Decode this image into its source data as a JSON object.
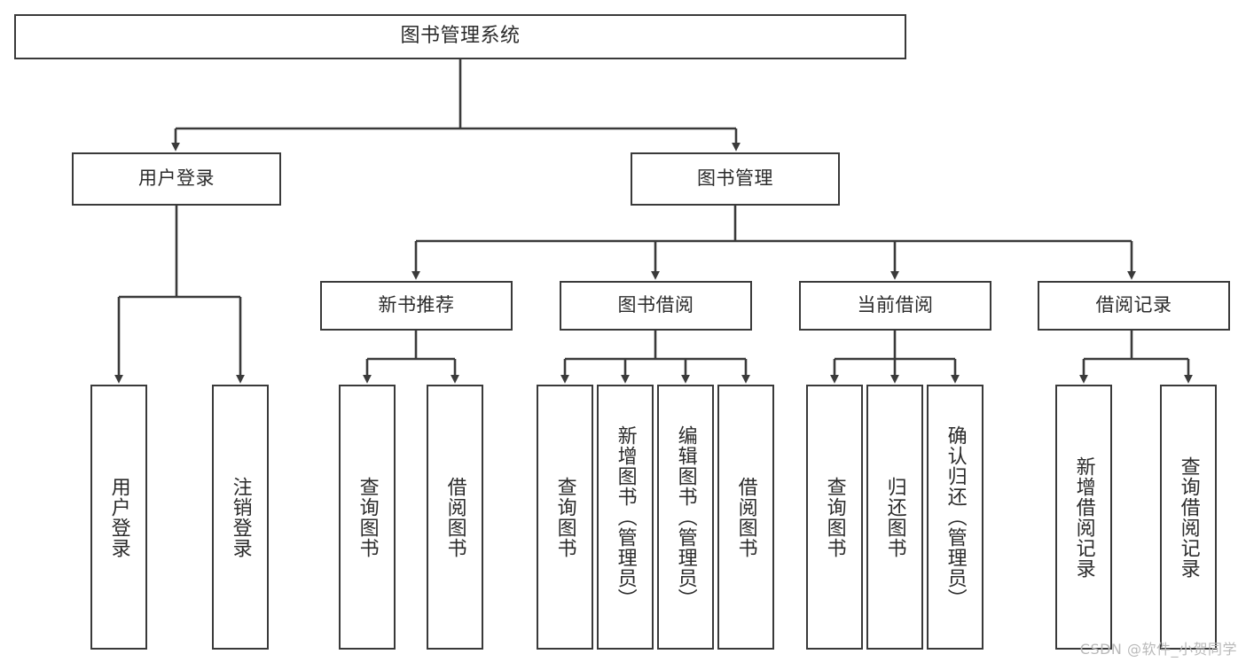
{
  "diagram": {
    "title": "图书管理系统",
    "type": "functional-structure-tree",
    "root": {
      "id": "root",
      "label": "图书管理系统"
    },
    "level2": [
      {
        "id": "user-login",
        "label": "用户登录"
      },
      {
        "id": "book-manage",
        "label": "图书管理"
      }
    ],
    "level3": [
      {
        "id": "new-book-recommend",
        "label": "新书推荐",
        "parent": "book-manage"
      },
      {
        "id": "book-borrow",
        "label": "图书借阅",
        "parent": "book-manage"
      },
      {
        "id": "current-borrow",
        "label": "当前借阅",
        "parent": "book-manage"
      },
      {
        "id": "borrow-record",
        "label": "借阅记录",
        "parent": "book-manage"
      }
    ],
    "leaves": {
      "user_login": [
        {
          "id": "leaf-user-login",
          "label": "用户登录"
        },
        {
          "id": "leaf-user-logout",
          "label": "注销登录"
        }
      ],
      "new_book_recommend": [
        {
          "id": "leaf-query-book-1",
          "label": "查询图书"
        },
        {
          "id": "leaf-borrow-book-1",
          "label": "借阅图书"
        }
      ],
      "book_borrow": [
        {
          "id": "leaf-query-book-2",
          "label": "查询图书"
        },
        {
          "id": "leaf-add-book",
          "label": "新增图书（管理员）"
        },
        {
          "id": "leaf-edit-book",
          "label": "编辑图书（管理员）"
        },
        {
          "id": "leaf-borrow-book-2",
          "label": "借阅图书"
        }
      ],
      "current_borrow": [
        {
          "id": "leaf-query-book-3",
          "label": "查询图书"
        },
        {
          "id": "leaf-return-book",
          "label": "归还图书"
        },
        {
          "id": "leaf-confirm-return",
          "label": "确认归还（管理员）"
        }
      ],
      "borrow_record": [
        {
          "id": "leaf-add-record",
          "label": "新增借阅记录"
        },
        {
          "id": "leaf-query-record",
          "label": "查询借阅记录"
        }
      ]
    }
  },
  "watermark": {
    "text": "CSDN @软件_小贺同学"
  },
  "colors": {
    "background": "#ffffff",
    "box_border": "#3a3a3a",
    "box_fill": "#ffffff",
    "text": "#2b2b2b",
    "connector": "#3a3a3a",
    "watermark": "#b9b9b9"
  }
}
